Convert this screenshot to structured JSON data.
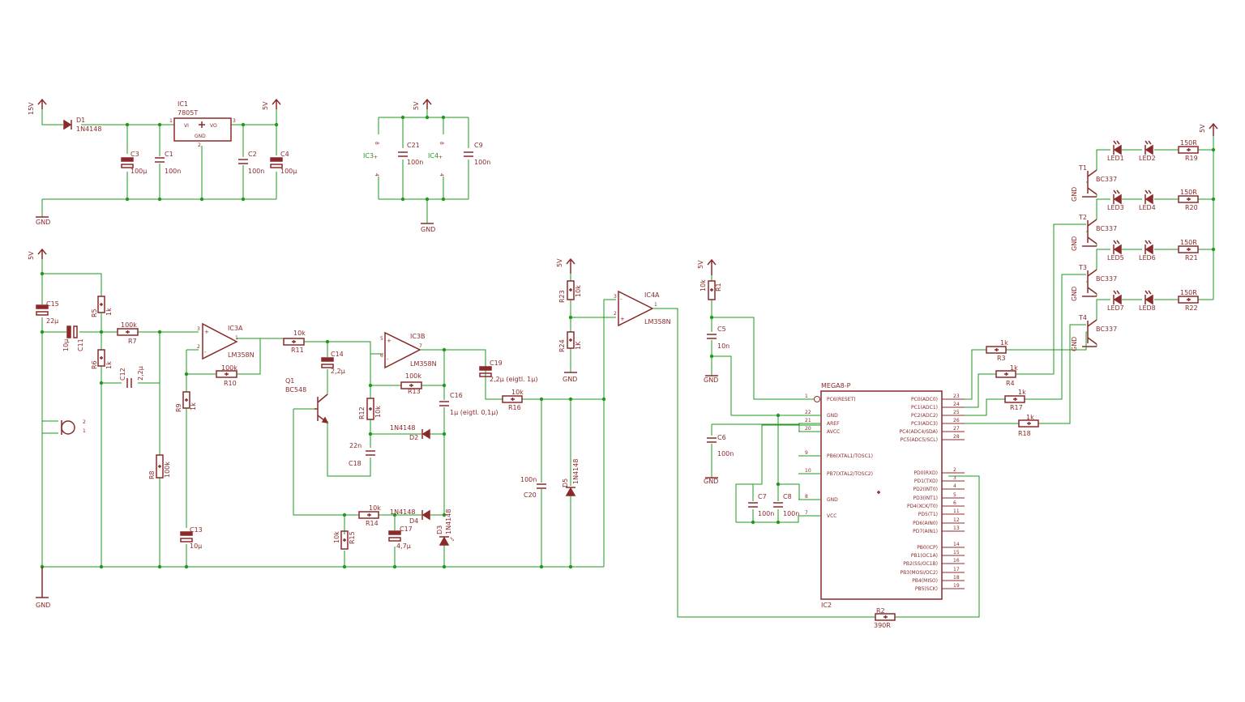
{
  "schematic": {
    "supplies": {
      "v15": "15V",
      "v5": "5V",
      "gnd": "GND"
    },
    "components": {
      "D1": {
        "name": "D1",
        "value": "1N4148"
      },
      "IC1": {
        "name": "IC1",
        "value": "7805T",
        "vi": "VI",
        "vo": "VO",
        "gnd": "GND",
        "pin1": "1",
        "pin2": "2",
        "pin3": "3"
      },
      "C1": {
        "name": "C1",
        "value": "100n"
      },
      "C2": {
        "name": "C2",
        "value": "100n"
      },
      "C3": {
        "name": "C3",
        "value": "100µ"
      },
      "C4": {
        "name": "C4",
        "value": "100µ"
      },
      "C21": {
        "name": "C21",
        "value": "100n"
      },
      "C9": {
        "name": "C9",
        "value": "100n"
      },
      "IC3P": {
        "name": "IC3"
      },
      "IC4P": {
        "name": "IC4"
      },
      "C15": {
        "name": "C15",
        "value": "22µ"
      },
      "C11": {
        "name": "C11",
        "value": "10µ"
      },
      "R5": {
        "name": "R5",
        "value": "1k"
      },
      "R6": {
        "name": "R6",
        "value": "1k"
      },
      "R7": {
        "name": "R7",
        "value": "100k"
      },
      "C12": {
        "name": "C12",
        "value": "2,2µ"
      },
      "IC3A": {
        "name": "IC3A",
        "value": "LM358N"
      },
      "R10": {
        "name": "R10",
        "value": "100k"
      },
      "R9": {
        "name": "R9",
        "value": "1k"
      },
      "R8": {
        "name": "R8",
        "value": "100k"
      },
      "C13": {
        "name": "C13",
        "value": "10µ"
      },
      "R11": {
        "name": "R11",
        "value": "10k"
      },
      "C14": {
        "name": "C14",
        "value": "2,2µ"
      },
      "Q1": {
        "name": "Q1",
        "value": "BC548"
      },
      "IC3B": {
        "name": "IC3B",
        "value": "LM358N"
      },
      "R13": {
        "name": "R13",
        "value": "100k"
      },
      "R12": {
        "name": "R12",
        "value": "10k"
      },
      "C18": {
        "name": "C18",
        "value": "22n"
      },
      "D2": {
        "name": "D2",
        "value": "1N4148"
      },
      "C16": {
        "name": "C16",
        "value": "1µ (eigtl. 0,1µ)"
      },
      "R14": {
        "name": "R14",
        "value": "10k"
      },
      "D4": {
        "name": "D4",
        "value": "1N4148"
      },
      "R15": {
        "name": "R15",
        "value": "10k"
      },
      "C17": {
        "name": "C17",
        "value": "4,7µ"
      },
      "D3": {
        "name": "D3",
        "value": "1N4148"
      },
      "C19": {
        "name": "C19",
        "value": "2,2µ (eigtl. 1µ)"
      },
      "R16": {
        "name": "R16",
        "value": "10k"
      },
      "C20": {
        "name": "C20",
        "value": "100n"
      },
      "D5": {
        "name": "D5",
        "value": "1N4148"
      },
      "R23": {
        "name": "R23",
        "value": "10k"
      },
      "R24": {
        "name": "R24",
        "value": "1K"
      },
      "IC4A": {
        "name": "IC4A",
        "value": "LM358N"
      },
      "R1": {
        "name": "R1",
        "value": "10k"
      },
      "C5": {
        "name": "C5",
        "value": "10n"
      },
      "C6": {
        "name": "C6",
        "value": "100n"
      },
      "C7": {
        "name": "C7",
        "value": "100n"
      },
      "C8": {
        "name": "C8",
        "value": "100n"
      },
      "R2": {
        "name": "R2",
        "value": "390R"
      },
      "R3": {
        "name": "R3",
        "value": "1k"
      },
      "R4": {
        "name": "R4",
        "value": "1k"
      },
      "R17": {
        "name": "R17",
        "value": "1k"
      },
      "R18": {
        "name": "R18",
        "value": "1k"
      },
      "T1": {
        "name": "T1",
        "value": "BC337"
      },
      "T2": {
        "name": "T2",
        "value": "BC337"
      },
      "T3": {
        "name": "T3",
        "value": "BC337"
      },
      "T4": {
        "name": "T4",
        "value": "BC337"
      },
      "LED1": "LED1",
      "LED2": "LED2",
      "LED3": "LED3",
      "LED4": "LED4",
      "LED5": "LED5",
      "LED6": "LED6",
      "LED7": "LED7",
      "LED8": "LED8",
      "R19": {
        "name": "R19",
        "value": "150R"
      },
      "R20": {
        "name": "R20",
        "value": "150R"
      },
      "R21": {
        "name": "R21",
        "value": "150R"
      },
      "R22": {
        "name": "R22",
        "value": "150R"
      }
    },
    "mcu": {
      "name": "IC2",
      "value": "MEGA8-P",
      "left_pins": [
        {
          "num": "1",
          "label": "PC6(RESET)"
        },
        {
          "num": "22",
          "label": "GND"
        },
        {
          "num": "21",
          "label": "AREF"
        },
        {
          "num": "20",
          "label": "AVCC"
        },
        {
          "num": "9",
          "label": "PB6(XTAL1/TOSC1)"
        },
        {
          "num": "10",
          "label": "PB7(XTAL2/TOSC2)"
        },
        {
          "num": "8",
          "label": "GND"
        },
        {
          "num": "7",
          "label": "VCC"
        }
      ],
      "right_pins": [
        {
          "num": "23",
          "label": "PC0(ADC0)"
        },
        {
          "num": "24",
          "label": "PC1(ADC1)"
        },
        {
          "num": "25",
          "label": "PC2(ADC2)"
        },
        {
          "num": "26",
          "label": "PC3(ADC3)"
        },
        {
          "num": "27",
          "label": "PC4(ADC4/SDA)"
        },
        {
          "num": "28",
          "label": "PC5(ADC5/SCL)"
        },
        {
          "num": "2",
          "label": "PD0(RXD)"
        },
        {
          "num": "3",
          "label": "PD1(TXD)"
        },
        {
          "num": "4",
          "label": "PD2(INT0)"
        },
        {
          "num": "5",
          "label": "PD3(INT1)"
        },
        {
          "num": "6",
          "label": "PD4(XCK/T0)"
        },
        {
          "num": "11",
          "label": "PD5(T1)"
        },
        {
          "num": "12",
          "label": "PD6(AIN0)"
        },
        {
          "num": "13",
          "label": "PD7(AIN1)"
        },
        {
          "num": "14",
          "label": "PB0(ICP)"
        },
        {
          "num": "15",
          "label": "PB1(OC1A)"
        },
        {
          "num": "16",
          "label": "PB2(SS/OC1B)"
        },
        {
          "num": "17",
          "label": "PB3(MOSI/OC2)"
        },
        {
          "num": "18",
          "label": "PB4(MISO)"
        },
        {
          "num": "19",
          "label": "PB5(SCK)"
        }
      ]
    },
    "colors": {
      "wire": "#1f9a1f",
      "part": "#8b2a2a",
      "background": "#ffffff"
    }
  }
}
